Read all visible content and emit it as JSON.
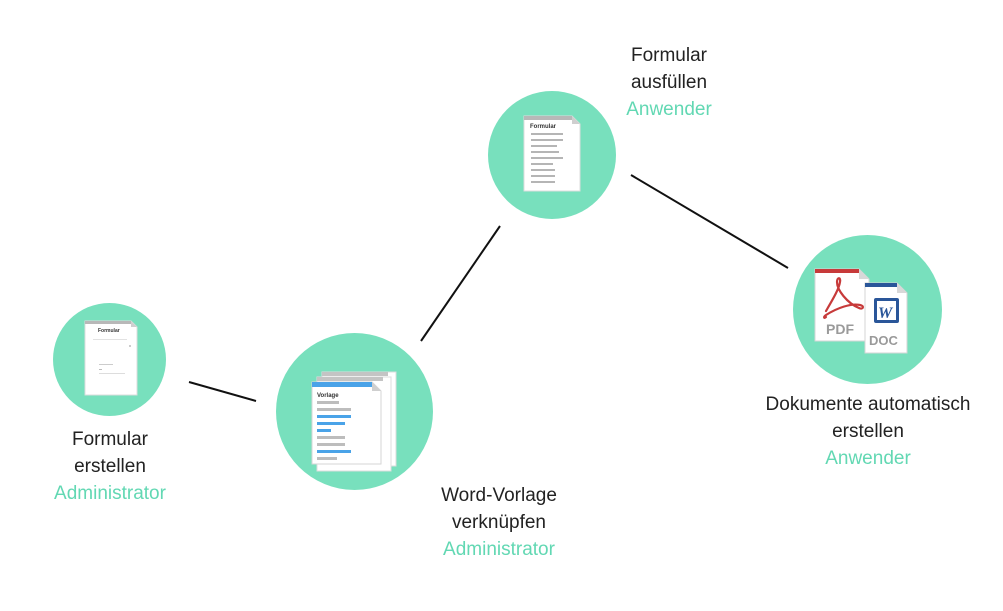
{
  "colors": {
    "circle": "#78e0bd",
    "role_text": "#62d8b3",
    "title_text": "#222222",
    "connector": "#111111",
    "pdf_red": "#c73a3a",
    "word_blue": "#2a5699",
    "highlight_blue": "#4aa3e8"
  },
  "steps": [
    {
      "id": "formular-erstellen",
      "icon": "form-blank-icon",
      "title_lines": [
        "Formular",
        "erstellen"
      ],
      "role": "Administrator",
      "doc_header": "Formular"
    },
    {
      "id": "word-vorlage-verknuepfen",
      "icon": "word-template-icon",
      "title_lines": [
        "Word-Vorlage",
        "verknüpfen"
      ],
      "role": "Administrator",
      "doc_header": "Vorlage"
    },
    {
      "id": "formular-ausfuellen",
      "icon": "form-filled-icon",
      "title_lines": [
        "Formular",
        "ausfüllen"
      ],
      "role": "Anwender",
      "doc_header": "Formular"
    },
    {
      "id": "dokumente-erstellen",
      "icon": "pdf-doc-icon",
      "title_lines": [
        "Dokumente automatisch",
        "erstellen"
      ],
      "role": "Anwender",
      "pdf_label": "PDF",
      "doc_label": "DOC",
      "word_letter": "W"
    }
  ]
}
